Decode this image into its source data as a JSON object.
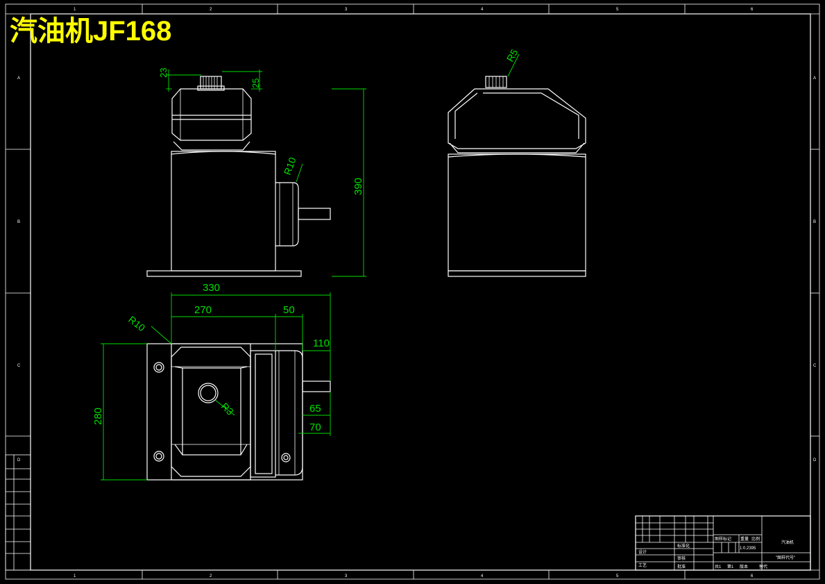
{
  "drawing": {
    "title": "汽油机JF168",
    "colors": {
      "background": "#000000",
      "lines": "#ffffff",
      "dimensions": "#00e000",
      "title": "#ffff00"
    },
    "column_labels": [
      "1",
      "2",
      "3",
      "4",
      "5",
      "6"
    ],
    "row_labels": [
      "A",
      "B",
      "C",
      "D"
    ]
  },
  "dimensions": {
    "d23": "23",
    "d25": "25",
    "r5": "R5",
    "r10_side": "R10",
    "d390": "390",
    "d330": "330",
    "d270": "270",
    "d50": "50",
    "r10_top": "R10",
    "d110": "110",
    "d280": "280",
    "r3": "R3",
    "d65": "65",
    "d70": "70"
  },
  "title_block": {
    "header_1": "图样标记",
    "header_2": "重量",
    "header_3": "比例",
    "name": "汽油机",
    "scale_value": "1:0.2395",
    "drawing_no": "\"图样代号\"",
    "sheets": "共1",
    "sheet": "第1",
    "version": "版本",
    "replace": "替代",
    "design": "设计",
    "standard": "标准化",
    "check": "审核",
    "process": "工艺",
    "approve": "批准"
  }
}
